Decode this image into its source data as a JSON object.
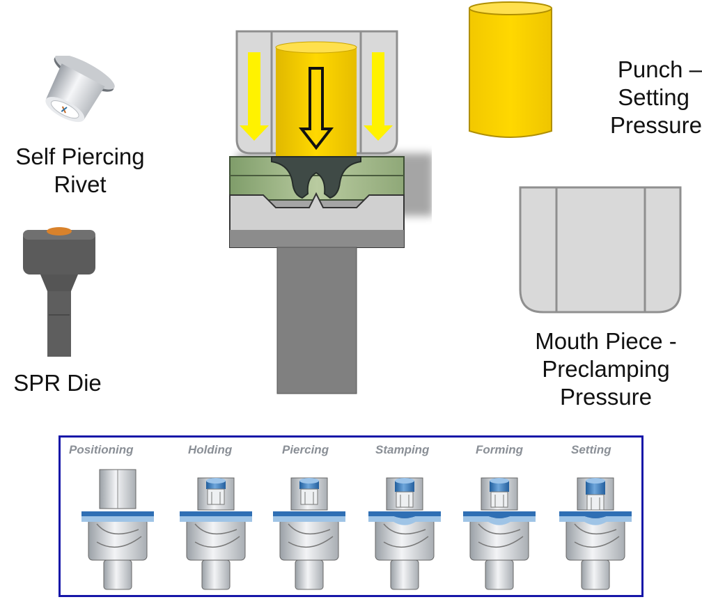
{
  "labels": {
    "rivet": [
      "Self Piercing",
      "Rivet"
    ],
    "die": "SPR Die",
    "punch": [
      "Punch –",
      "Setting",
      "Pressure"
    ],
    "mouth": [
      "Mouth Piece -",
      "Preclamping",
      "Pressure"
    ]
  },
  "stages": [
    "Positioning",
    "Holding",
    "Piercing",
    "Stamping",
    "Forming",
    "Setting"
  ],
  "colors": {
    "punch_yellow": "#f7d100",
    "tool_grey": "#d9d9d9",
    "die_grey": "#8c8c8c",
    "arrow_yellow": "#fff200",
    "process_blue": "#2f6fb4",
    "frame_blue": "#1616a8"
  },
  "icons": [
    "self-piercing-rivet-icon",
    "spr-die-icon",
    "down-arrow-icon"
  ]
}
